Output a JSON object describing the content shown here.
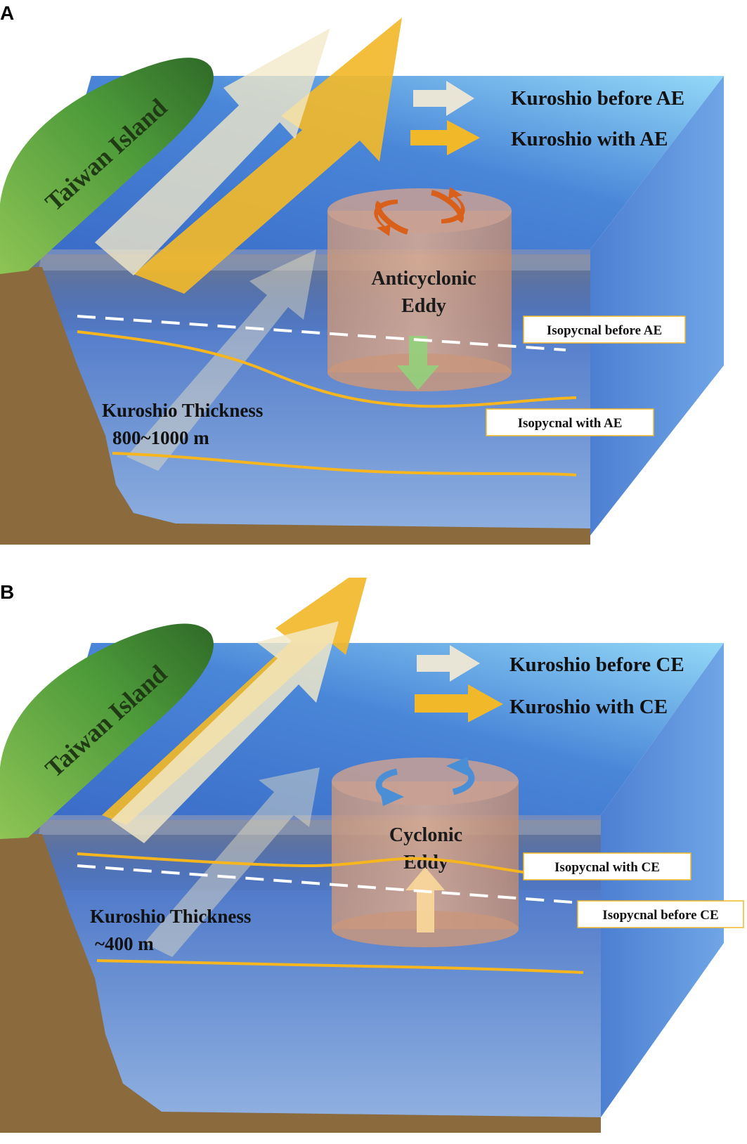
{
  "panel_a": {
    "letter": "A",
    "island": "Taiwan Island",
    "legend_before": "Kuroshio before AE",
    "legend_with": "Kuroshio with AE",
    "eddy_line1": "Anticyclonic",
    "eddy_line2": "Eddy",
    "thickness_line1": "Kuroshio Thickness",
    "thickness_line2": "800~1000  m",
    "iso_before": "Isopycnal before AE",
    "iso_with": "Isopycnal with AE"
  },
  "panel_b": {
    "letter": "B",
    "island": "Taiwan Island",
    "legend_before": "Kuroshio before CE",
    "legend_with": "Kuroshio with CE",
    "eddy_line1": "Cyclonic",
    "eddy_line2": "Eddy",
    "thickness_line1": "Kuroshio Thickness",
    "thickness_line2": "~400  m",
    "iso_with": "Isopycnal with CE",
    "iso_before": "Isopycnal before CE"
  },
  "colors": {
    "ocean_deep": "#3d6fc9",
    "ocean_light": "#8fd3f5",
    "island": "#5e9e3a",
    "seabed": "#8b6a3e",
    "kuroshio_with": "#f1b82a",
    "kuroshio_before": "#f1e7c6",
    "anticyclonic_arrows": "#d9601a",
    "cyclonic_arrows": "#4a8fd6",
    "isopycnal_with": "#f7b61e",
    "isopycnal_before": "#ffffff"
  }
}
